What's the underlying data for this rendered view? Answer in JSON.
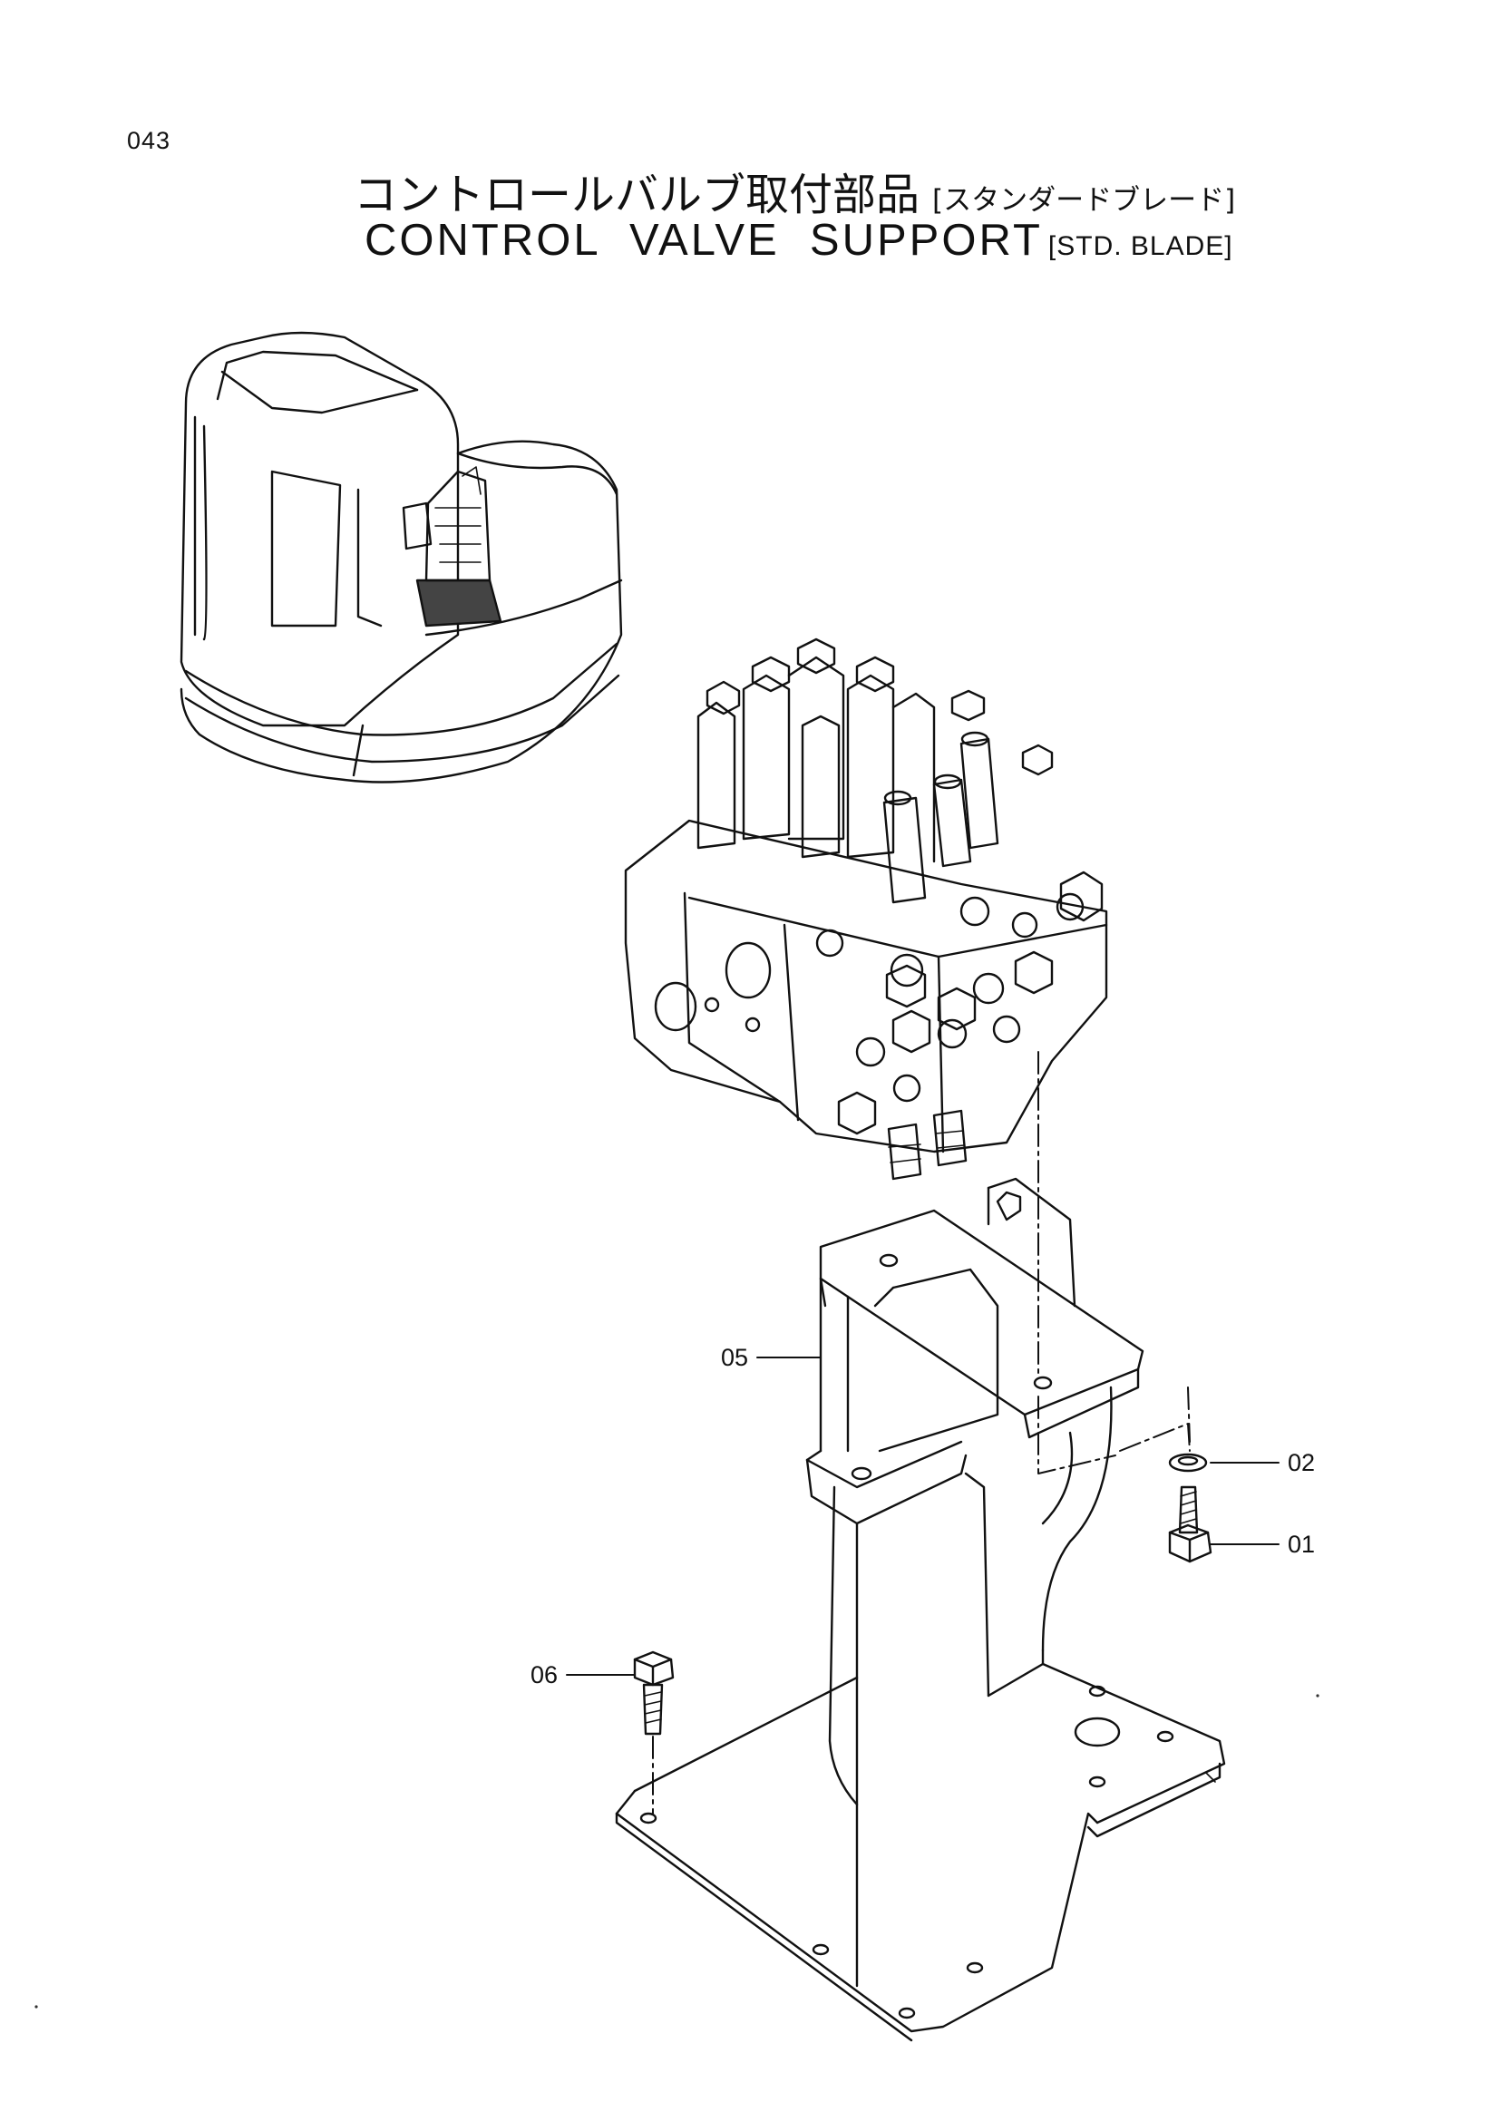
{
  "page": {
    "number": "043"
  },
  "title": {
    "jp_main": "コントロールバルブ取付部品",
    "jp_sub": "[スタンダードブレード]",
    "en_main": "CONTROL  VALVE  SUPPORT",
    "en_sub": "[STD. BLADE]"
  },
  "callouts": [
    {
      "id": "01"
    },
    {
      "id": "02"
    },
    {
      "id": "05"
    },
    {
      "id": "06"
    }
  ]
}
